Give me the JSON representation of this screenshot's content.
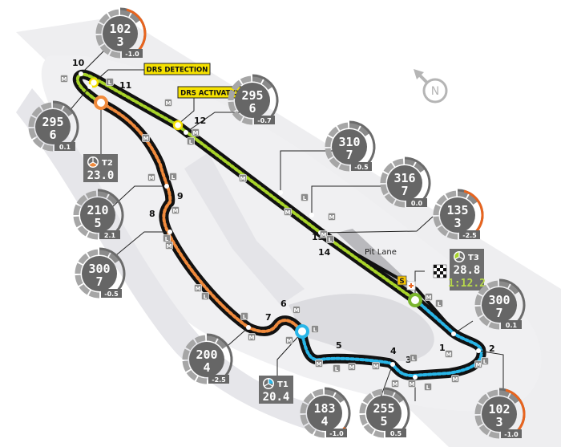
{
  "colors": {
    "sector1": "#29b6e8",
    "sector2": "#f08a3c",
    "sector3": "#a8d42a",
    "drs_bg": "#f5e100",
    "gauge_body": "#666666",
    "gauge_ring": "#a6a6a6",
    "gauge_hot": "#e8641e",
    "lap_time": "#b7d84a"
  },
  "labels": {
    "drs_detection": "DRS DETECTION",
    "drs_activation": "DRS ACTIVATION",
    "pit_lane": "Pit Lane",
    "speed_trap": "S",
    "compass": "N"
  },
  "turns": [
    "1",
    "2",
    "3",
    "4",
    "5",
    "6",
    "7",
    "8",
    "9",
    "10",
    "11",
    "12",
    "13",
    "14"
  ],
  "sectors": [
    {
      "label": "T1",
      "time": "20.4"
    },
    {
      "label": "T2",
      "time": "23.0"
    },
    {
      "label": "T3",
      "time": "28.8",
      "lap": "1:12.2"
    }
  ],
  "gauges": [
    {
      "id": "t10",
      "speed": "102",
      "gear": "3",
      "g": "-1.0",
      "hot": true
    },
    {
      "id": "t11",
      "speed": "295",
      "gear": "6",
      "g": "0.1",
      "hot": false
    },
    {
      "id": "t12",
      "speed": "295",
      "gear": "6",
      "g": "-0.7",
      "hot": false
    },
    {
      "id": "t13a",
      "speed": "310",
      "gear": "7",
      "g": "-0.5",
      "hot": false
    },
    {
      "id": "t13b",
      "speed": "316",
      "gear": "7",
      "g": "0.0",
      "hot": false
    },
    {
      "id": "t13",
      "speed": "135",
      "gear": "3",
      "g": "-2.5",
      "hot": true
    },
    {
      "id": "t9",
      "speed": "210",
      "gear": "5",
      "g": "2.1",
      "hot": false
    },
    {
      "id": "t8",
      "speed": "300",
      "gear": "7",
      "g": "-0.5",
      "hot": false
    },
    {
      "id": "t1",
      "speed": "300",
      "gear": "7",
      "g": "0.1",
      "hot": false
    },
    {
      "id": "t7",
      "speed": "200",
      "gear": "4",
      "g": "-2.5",
      "hot": false
    },
    {
      "id": "t4",
      "speed": "183",
      "gear": "4",
      "g": "-1.0",
      "hot": "small"
    },
    {
      "id": "t3",
      "speed": "255",
      "gear": "5",
      "g": "0.5",
      "hot": false
    },
    {
      "id": "t2",
      "speed": "102",
      "gear": "3",
      "g": "-1.0",
      "hot": true
    }
  ],
  "tyre_markers": [
    "M",
    "L"
  ]
}
